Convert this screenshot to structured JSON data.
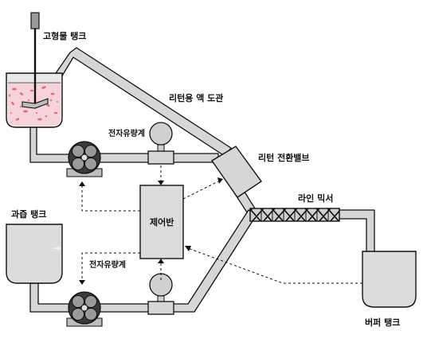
{
  "labels": {
    "solids_tank": "고형물 탱크",
    "return_pipe": "리턴용 액 도관",
    "flowmeter_top": "전자유량계",
    "return_valve": "리턴 전환밸브",
    "line_mixer": "라인 믹서",
    "juice_tank": "과즙 탱크",
    "controller": "제어반",
    "flowmeter_bottom": "전자유량계",
    "buffer_tank": "버퍼 탱크"
  },
  "glyphs": {
    "arrow": "→"
  },
  "colors": {
    "line": "#111111",
    "pipe": "#d6d6d6",
    "tank_fill": "#dcdcdc",
    "liquid_fill": "#f6d3da",
    "particles": "#e0707f",
    "pump_dark": "#3a3a3a",
    "pump_mid": "#9a9a9a",
    "meter_fill": "#d0d0d0"
  }
}
